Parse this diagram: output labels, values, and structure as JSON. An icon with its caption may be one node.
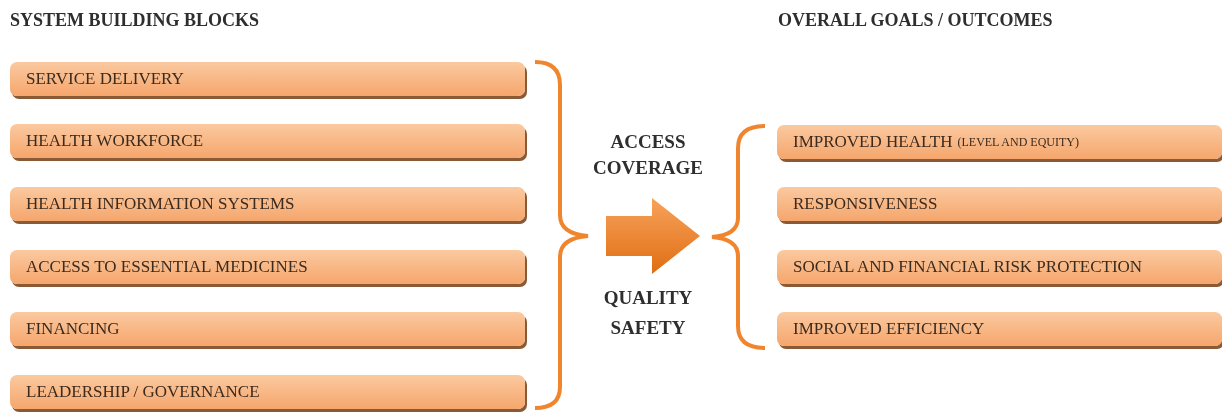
{
  "diagram": {
    "nodes": [
      {
        "text": [
          "SERVICE DELIVERY"
        ]
      },
      {
        "text": [
          "HEALTH WORKFORCE"
        ]
      },
      {
        "text": [
          "HEALTH INFORMATION SYSTEMS"
        ]
      },
      {
        "text": [
          "ACCESS TO ESSENTIAL MEDICINES"
        ]
      },
      {
        "text": [
          "FINANCING"
        ]
      },
      {
        "text": [
          "LEADERSHIP / GOVERNANCE"
        ]
      },
      {
        "text": [
          "IMPROVED HEALTH",
          "(LEVEL AND EQUITY)"
        ]
      },
      {
        "text": [
          "RESPONSIVENESS"
        ]
      },
      {
        "text": [
          "SOCIAL AND FINANCIAL RISK PROTECTION"
        ]
      },
      {
        "text": [
          "IMPROVED EFFICIENCY"
        ]
      }
    ],
    "labels": [
      "SYSTEM BUILDING BLOCKS",
      "OVERALL GOALS / OUTCOMES",
      "ACCESS",
      "COVERAGE",
      "QUALITY",
      "SAFETY"
    ]
  }
}
